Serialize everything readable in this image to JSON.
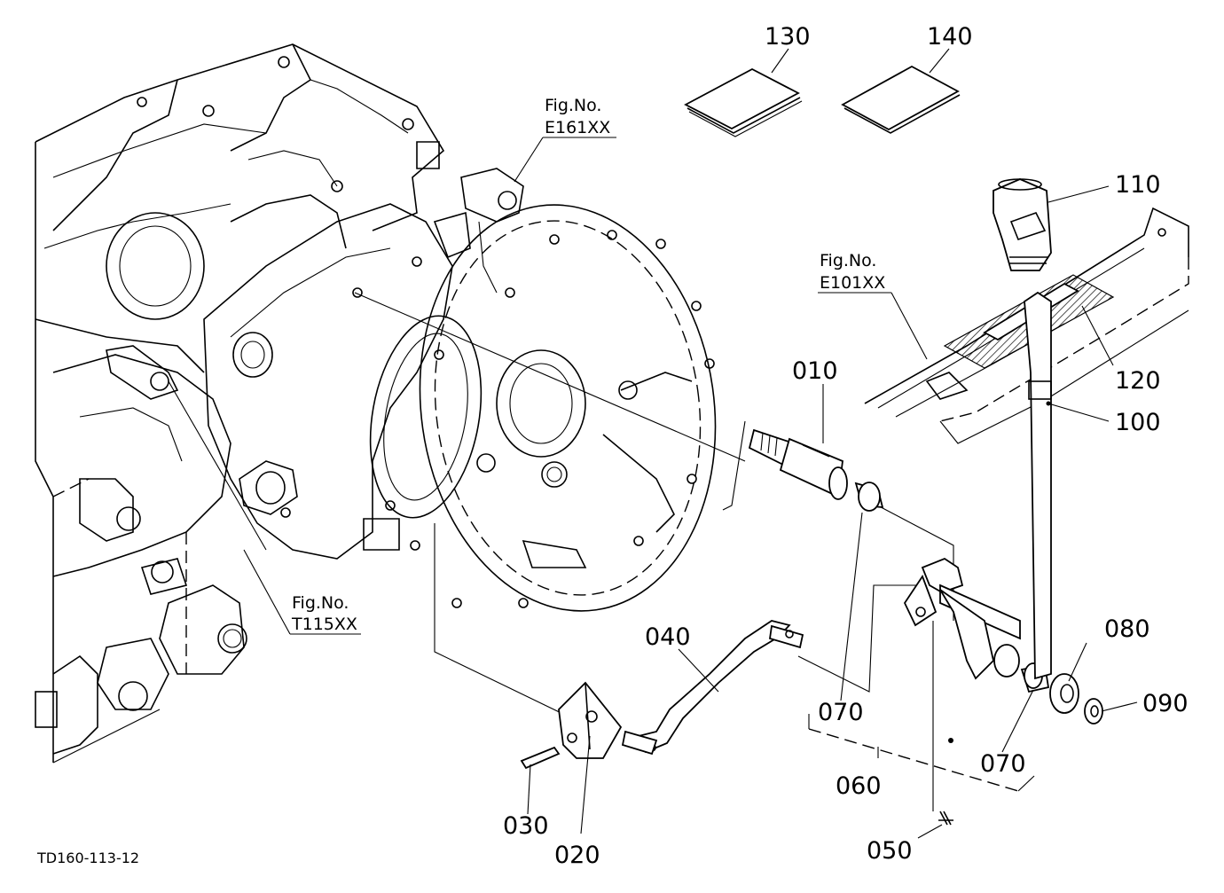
{
  "diagram": {
    "drawing_code": "TD160-113-12",
    "part_labels": {
      "p010": "010",
      "p020": "020",
      "p030": "030",
      "p040": "040",
      "p050": "050",
      "p060": "060",
      "p070a": "070",
      "p070b": "070",
      "p080": "080",
      "p090": "090",
      "p100": "100",
      "p110": "110",
      "p120": "120",
      "p130": "130",
      "p140": "140"
    },
    "figure_refs": {
      "e161": {
        "line1": "Fig.No.",
        "line2": "E161XX"
      },
      "e101": {
        "line1": "Fig.No.",
        "line2": "E101XX"
      },
      "t115": {
        "line1": "Fig.No.",
        "line2": "T115XX"
      }
    }
  }
}
